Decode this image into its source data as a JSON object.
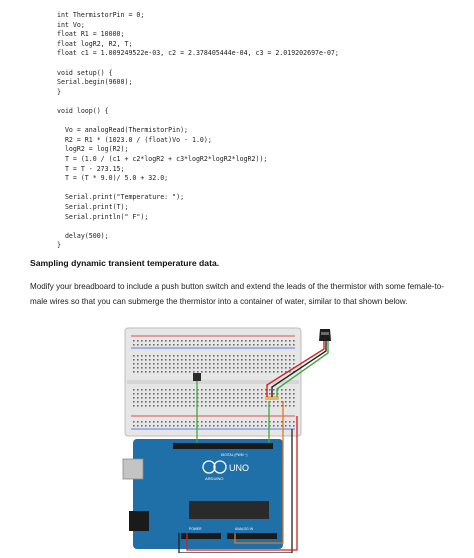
{
  "code_lines": [
    "int ThermistorPin = 0;",
    "int Vo;",
    "float R1 = 10000;",
    "float logR2, R2, T;",
    "float c1 = 1.009249522e-03, c2 = 2.378405444e-04, c3 = 2.019202697e-07;",
    "",
    "void setup() {",
    "Serial.begin(9600);",
    "}",
    "",
    "void loop() {",
    "",
    "  Vo = analogRead(ThermistorPin);",
    "  R2 = R1 * (1023.0 / (float)Vo - 1.0);",
    "  logR2 = log(R2);",
    "  T = (1.0 / (c1 + c2*logR2 + c3*logR2*logR2*logR2));",
    "  T = T - 273.15;",
    "  T = (T * 9.0)/ 5.0 + 32.0;",
    "",
    "  Serial.print(\"Temperature: \");",
    "  Serial.print(T);",
    "  Serial.println(\" F\");",
    "",
    "  delay(500);",
    "}"
  ],
  "heading": "Sampling dynamic transient temperature data.",
  "paragraph": "Modify your breadboard to include a push button switch and extend the leads of the thermistor with some female-to-male wires so that you can submerge the thermistor into a container of water, similar to that shown below.",
  "figure": {
    "board_labels": {
      "brand": "ARDUINO",
      "model": "UNO",
      "digital": "DIGITAL (PWM ~)",
      "analog": "ANALOG IN",
      "power": "POWER"
    },
    "colors": {
      "breadboard": "#e6e6e6",
      "arduino": "#1f6fa8",
      "wire_red": "#d42020",
      "wire_black": "#222222",
      "wire_green": "#3fa83f",
      "wire_orange": "#e07b20"
    }
  }
}
